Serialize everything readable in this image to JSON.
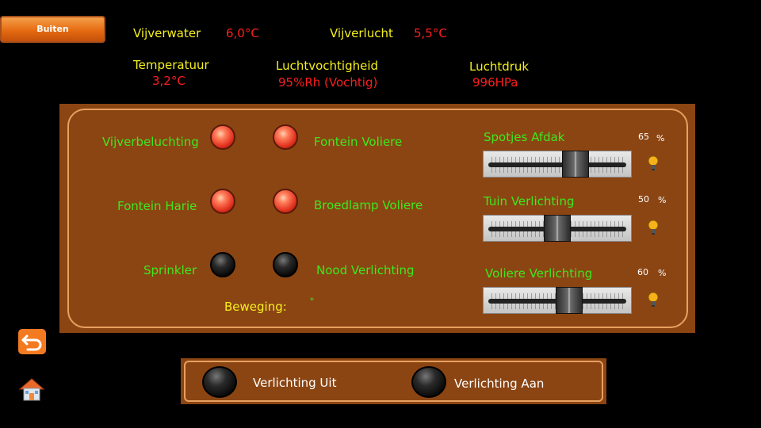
{
  "tab": {
    "label": "Buiten"
  },
  "header": {
    "vijverwater_label": "Vijverwater",
    "vijverwater_value": "6,0°C",
    "vijverlucht_label": "Vijverlucht",
    "vijverlucht_value": "5,5°C",
    "temperatuur_label": "Temperatuur",
    "temperatuur_value": "3,2°C",
    "luchtvochtigheid_label": "Luchtvochtigheid",
    "luchtvochtigheid_value": "95%Rh (Vochtig)",
    "luchtdruk_label": "Luchtdruk",
    "luchtdruk_value": "996HPa"
  },
  "switches": [
    {
      "label": "Vijverbeluchting",
      "state": "on"
    },
    {
      "label": "Fontein Voliere",
      "state": "on"
    },
    {
      "label": "Fontein Harie",
      "state": "on"
    },
    {
      "label": "Broedlamp Voliere",
      "state": "on"
    },
    {
      "label": "Sprinkler",
      "state": "off"
    },
    {
      "label": "Nood Verlichting",
      "state": "off"
    }
  ],
  "beweging": {
    "label": "Beweging:",
    "value": "*"
  },
  "dimmers": [
    {
      "label": "Spotjes Afdak",
      "value": 65,
      "unit": "%",
      "icon": "bulb-icon"
    },
    {
      "label": "Tuin Verlichting",
      "value": 50,
      "unit": "%",
      "icon": "bulb-icon"
    },
    {
      "label": "Voliere Verlichting",
      "value": 60,
      "unit": "%",
      "icon": "bulb-icon"
    }
  ],
  "bottom": {
    "uit_label": "Verlichting Uit",
    "aan_label": "Verlichting Aan"
  },
  "nav": {
    "back_icon": "back-arrow-icon",
    "home_icon": "home-icon"
  },
  "colors": {
    "accent": "#f47a22",
    "panel": "#8b4513",
    "label_green": "#3de81f",
    "value_red": "#ff1e1e",
    "label_yellow": "#f5f01e"
  }
}
